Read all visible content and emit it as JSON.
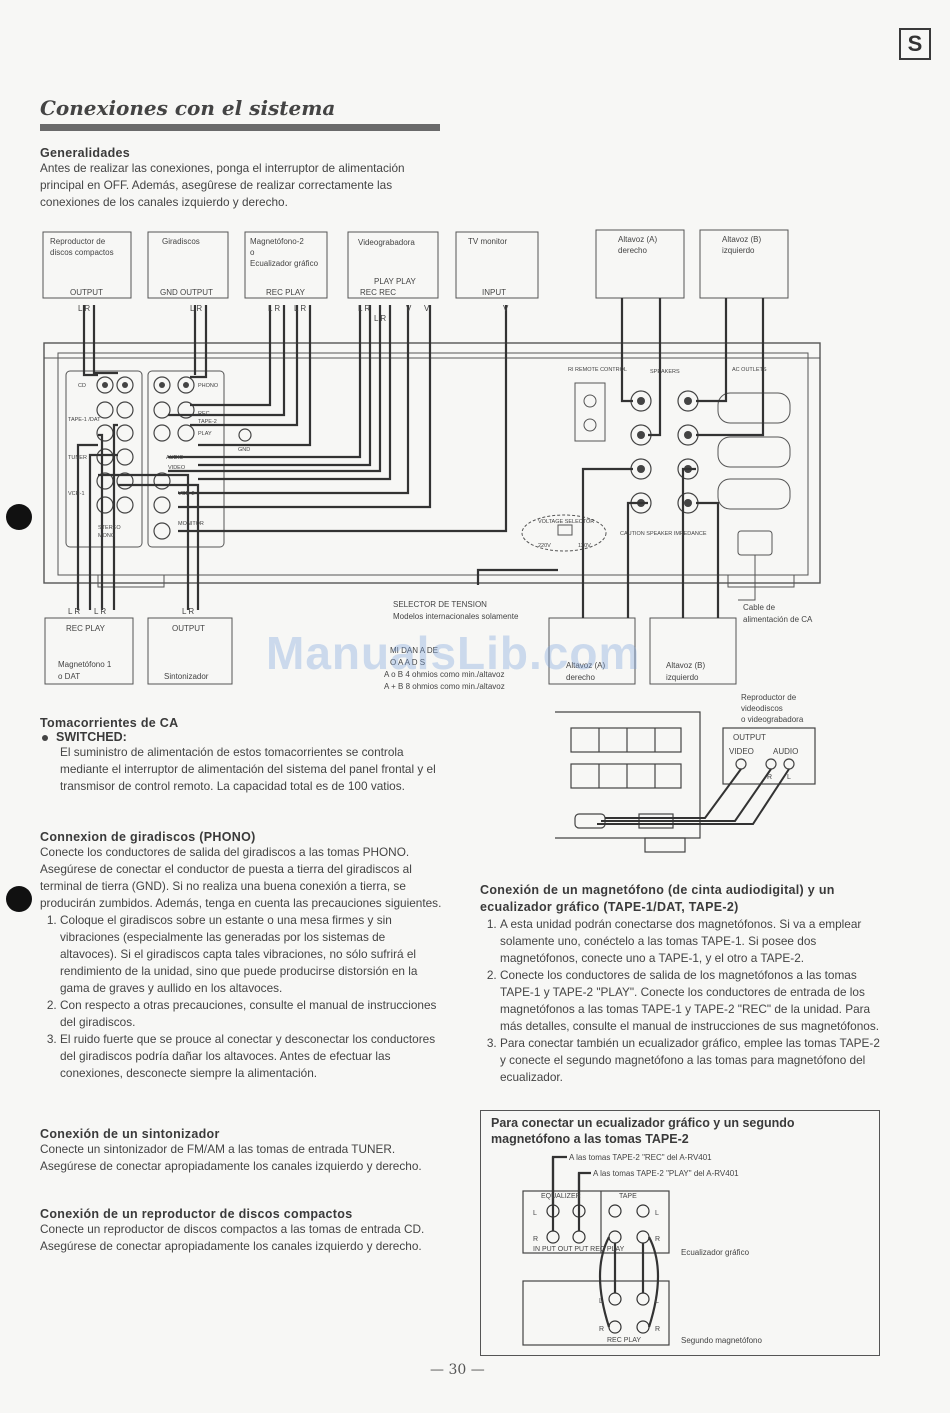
{
  "page": {
    "lang_badge": "S",
    "title": "Conexiones con el sistema",
    "page_number": "— 30 —",
    "watermark": "ManualsLib.com"
  },
  "general": {
    "heading": "Generalidades",
    "text": "Antes de realizar las conexiones, ponga el interruptor de alimentación principal en OFF. Además, asegûrese de realizar correctamente las conexiones de los canales izquierdo y derecho."
  },
  "diagram": {
    "boxes": {
      "cd": [
        "Reproductor de",
        "discos compactos"
      ],
      "cd_port": "OUTPUT",
      "turntable": "Giradiscos",
      "turntable_port": "GND OUTPUT",
      "tape2": [
        "Magnetófono-2",
        "o",
        "Ecualizador gráfico"
      ],
      "tape2_port": "REC  PLAY",
      "vcr": "Videograbadora",
      "vcr_port_top": "PLAY  PLAY",
      "vcr_port": "REC    REC",
      "tv": "TV monitor",
      "tv_port": "INPUT",
      "spk_a_top": [
        "Altavoz (A)",
        "derecho"
      ],
      "spk_b_top": [
        "Altavoz (B)",
        "izquierdo"
      ],
      "tape1": "REC  PLAY",
      "tape1_name": [
        "Magnetófono 1",
        "o DAT"
      ],
      "tuner_port": "OUTPUT",
      "tuner_name": "Sintonizador",
      "spk_a_bottom": [
        "Altavoz (A)",
        "derecho"
      ],
      "spk_b_bottom": [
        "Altavoz (B)",
        "izquierdo"
      ]
    },
    "labels": {
      "voltage": [
        "SELECTOR DE TENSION",
        "Modelos internacionales solamente"
      ],
      "impedance": [
        "MI  DAN   A DE",
        "O  A  A  D S",
        "A o B  4 ohmios como min./altavoz",
        "A + B  8 ohmios como min./altavoz"
      ],
      "ac_cable": [
        "Cable de",
        "alimentación de CA"
      ],
      "lr": "L  R",
      "v": "V",
      "gnd": "GND",
      "panel_phono": "PHONO",
      "panel_tape2": "TAPE-2",
      "panel_rec": "REC",
      "panel_play": "PLAY",
      "panel_cd": "CD",
      "panel_tape1": "TAPE-1 /DAT",
      "panel_tuner": "TUNER",
      "panel_vcr1": "VCR-1",
      "panel_vcr2": "VCR-2",
      "panel_monitor": "MONITOR",
      "panel_audio": "AUDIO",
      "panel_video": "VIDEO",
      "panel_remote": "RI REMOTE CONTROL",
      "panel_speakers": "SPEAKERS",
      "panel_ac": "AC OUTLETS",
      "panel_voltage": "VOLTAGE SELECTOR",
      "panel_caution": "CAUTION SPEAKER IMPEDANCE",
      "panel_stereo": "STEREO",
      "panel_mono": "MONO",
      "v220": "220V",
      "v120": "120V"
    }
  },
  "video_disc": {
    "caption": [
      "Reproductor de",
      "videodiscos",
      "o videograbadora"
    ],
    "output": "OUTPUT",
    "video": "VIDEO",
    "audio": "AUDIO",
    "r": "R",
    "l": "L"
  },
  "ac": {
    "heading": "Tomacorrientes de CA",
    "sub": "SWITCHED:",
    "text": "El suministro de alimentación de estos tomacorrientes se controla mediante el interruptor de alimentación del sistema del panel frontal y el transmisor de control remoto. La capacidad total es de 100 vatios."
  },
  "phono": {
    "heading": "Connexion de giradiscos (PHONO)",
    "p1": "Conecte los conductores de salida del giradiscos a las tomas PHONO.",
    "p2": "Asegúrese de conectar el conductor de puesta a tierra del giradiscos al terminal de tierra (GND). Si no realiza una buena conexión a tierra, se producirán zumbidos. Además, tenga en cuenta las precauciones siguientes.",
    "items": [
      "Coloque el giradiscos sobre un estante o una mesa firmes y sin vibraciones (especialmente las generadas por los sistemas de altavoces). Si el giradiscos capta tales vibraciones, no sólo sufrirá el rendimiento de la unidad, sino que puede producirse distorsión en la gama de graves y aullido en los altavoces.",
      "Con respecto a otras precauciones, consulte el manual de instrucciones del giradiscos.",
      "El ruido fuerte que se prouce al conectar y desconectar los conductores del giradiscos podría dañar los altavoces.  Antes de efectuar las conexiones, desconecte siempre la alimentación."
    ]
  },
  "tuner": {
    "heading": "Conexión de un sintonizador",
    "text": "Conecte un sintonizador de FM/AM a las tomas de entrada TUNER. Asegúrese de conectar apropiadamente los canales izquierdo y derecho."
  },
  "cd": {
    "heading": "Conexión de un reproductor de discos compactos",
    "text": "Conecte un reproductor de discos compactos a las tomas de entrada CD. Asegúrese de conectar apropiadamente los canales izquierdo y derecho."
  },
  "tape": {
    "heading": "Conexión de un magnetófono (de cinta audiodigital) y un ecualizador gráfico (TAPE-1/DAT, TAPE-2)",
    "items": [
      "A esta unidad podrán conectarse dos magnetófonos. Si va a emplear solamente uno, conéctelo a las tomas TAPE-1. Si posee dos magnetófonos, conecte uno a TAPE-1, y el otro a TAPE-2.",
      "Conecte los conductores de salida de los magnetófonos a las tomas TAPE-1 y TAPE-2 \"PLAY\". Conecte los conductores de entrada de los magnetófonos a las tomas TAPE-1 y TAPE-2 \"REC\" de la unidad. Para más detalles, consulte el manual de instrucciones de sus magnetófonos.",
      "Para conectar también un ecualizador gráfico, emplee las tomas TAPE-2 y conecte el segundo magnetófono a las tomas para magnetófono del ecualizador."
    ]
  },
  "eq_box": {
    "title": "Para conectar un ecualizador gráfico y un  segundo magnetófono a las tomas TAPE-2",
    "rec_label": "A las tomas TAPE-2 \"REC\" del A-RV401",
    "play_label": "A las tomas TAPE-2 \"PLAY\" del A-RV401",
    "equalizer": "EQUALIZER",
    "tape": "TAPE",
    "eq_ports": "IN PUT  OUT PUT  REC   PLAY",
    "eq_name": "Ecualizador gráfico",
    "tape_ports": "REC   PLAY",
    "tape_name": "Segundo magnetófono",
    "l": "L",
    "r": "R"
  }
}
